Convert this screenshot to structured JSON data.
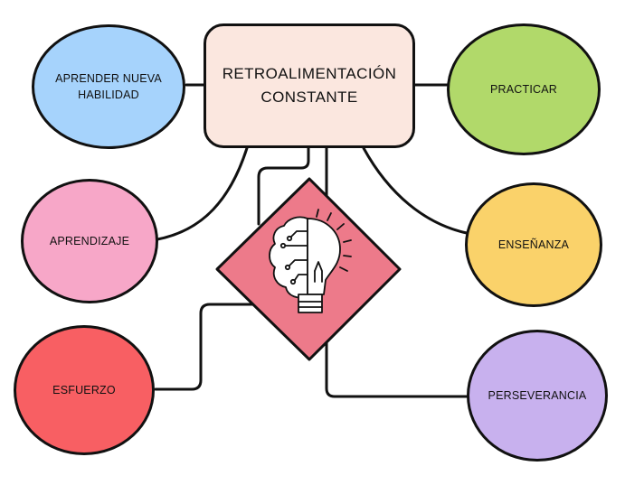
{
  "center": {
    "label": "RETROALIMENTACIÓN\nCONSTANTE",
    "fill": "#fbe7df"
  },
  "nodes": {
    "aprender": {
      "label": "APRENDER NUEVA\nHABILIDAD",
      "fill": "#a6d3fc"
    },
    "practicar": {
      "label": "PRACTICAR",
      "fill": "#b1d96a"
    },
    "aprendizaje": {
      "label": "APRENDIZAJE",
      "fill": "#f7a7c8"
    },
    "ensenanza": {
      "label": "ENSEÑANZA",
      "fill": "#fad26a"
    },
    "esfuerzo": {
      "label": "ESFUERZO",
      "fill": "#f85f63"
    },
    "perseverancia": {
      "label": "PERSEVERANCIA",
      "fill": "#c8b1ee"
    }
  },
  "diamond": {
    "icon": "brain-lightbulb-icon",
    "fill": "#ed7a8a"
  },
  "colors": {
    "stroke": "#111111"
  }
}
